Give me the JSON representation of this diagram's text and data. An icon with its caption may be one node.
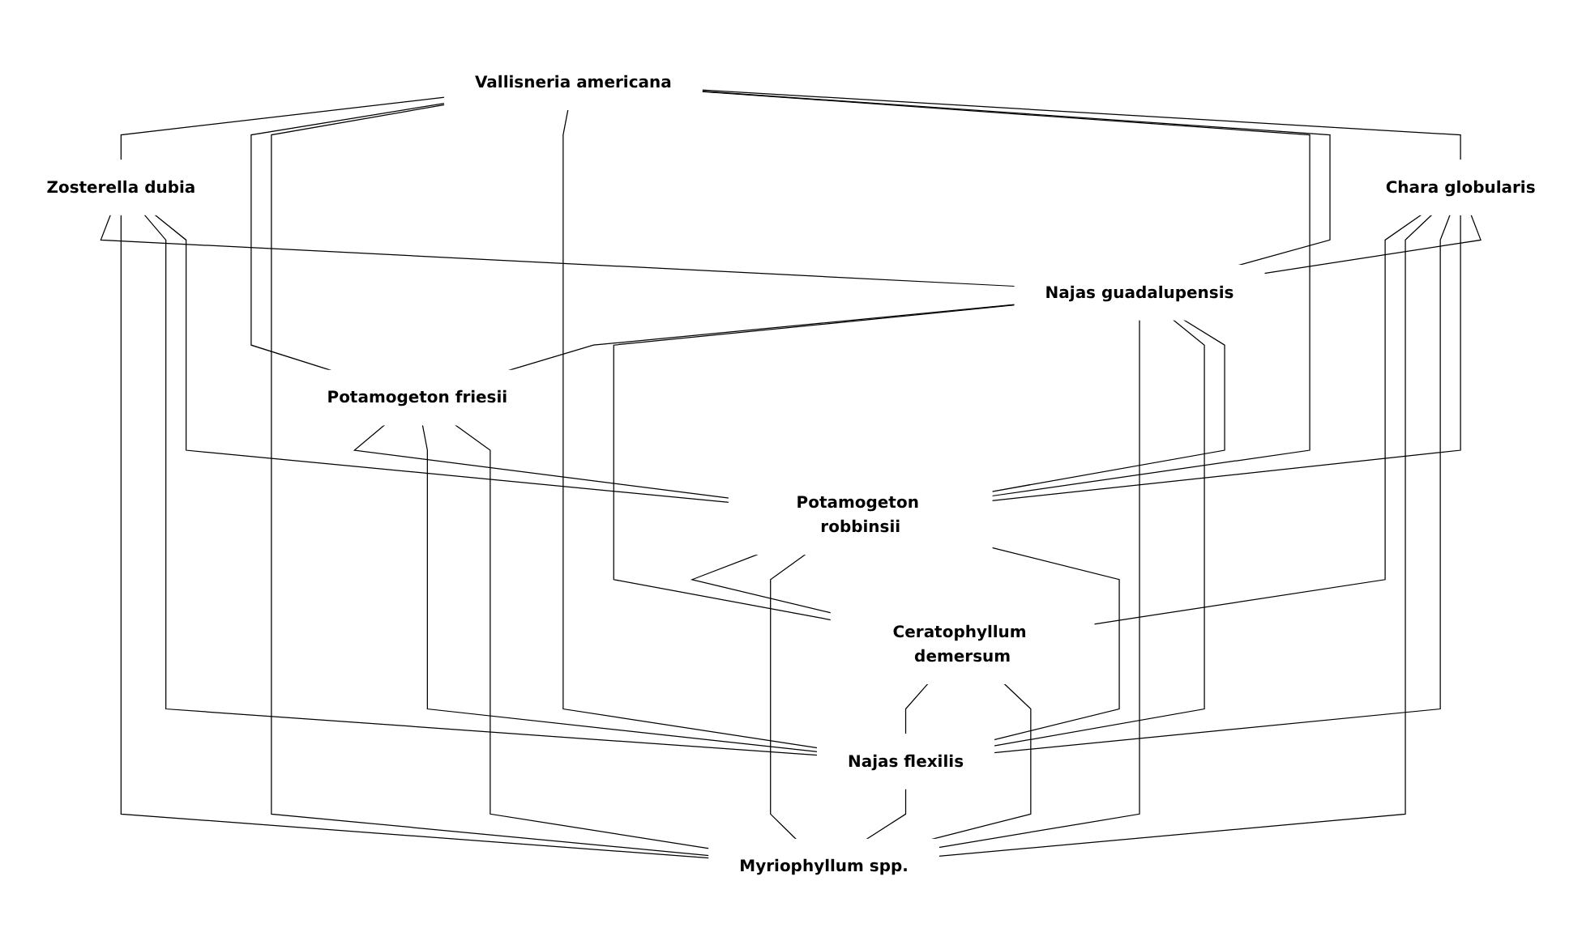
{
  "diagram": {
    "nodes": [
      {
        "text": [
          "Vallisneria americana"
        ]
      },
      {
        "text": [
          "Chara globularis"
        ]
      },
      {
        "text": [
          "Zosterella dubia"
        ]
      },
      {
        "text": [
          "Najas guadalupensis"
        ]
      },
      {
        "text": [
          "Potamogeton friesii"
        ]
      },
      {
        "text": [
          "Potamogeton robbinsii"
        ]
      },
      {
        "text": [
          "Ceratophyllum demersum"
        ]
      },
      {
        "text": [
          "Najas flexilis"
        ]
      },
      {
        "text": [
          "Myriophyllum spp."
        ]
      }
    ],
    "edges": [
      {
        "from": 0,
        "to": 2,
        "arrow": "none"
      },
      {
        "from": 0,
        "to": 4,
        "arrow": "none"
      },
      {
        "from": 0,
        "to": 8,
        "arrow": "none"
      },
      {
        "from": 0,
        "to": 7,
        "arrow": "none"
      },
      {
        "from": 0,
        "to": 5,
        "arrow": "none"
      },
      {
        "from": 0,
        "to": 3,
        "arrow": "none"
      },
      {
        "from": 0,
        "to": 1,
        "arrow": "none"
      },
      {
        "from": 1,
        "to": 6,
        "arrow": "none"
      },
      {
        "from": 1,
        "to": 8,
        "arrow": "none"
      },
      {
        "from": 1,
        "to": 7,
        "arrow": "none"
      },
      {
        "from": 1,
        "to": 5,
        "arrow": "none"
      },
      {
        "from": 1,
        "to": 3,
        "arrow": "none"
      },
      {
        "from": 2,
        "to": 3,
        "arrow": "none"
      },
      {
        "from": 2,
        "to": 8,
        "arrow": "none"
      },
      {
        "from": 2,
        "to": 7,
        "arrow": "none"
      },
      {
        "from": 2,
        "to": 5,
        "arrow": "none"
      },
      {
        "from": 3,
        "to": 4,
        "arrow": "none"
      },
      {
        "from": 3,
        "to": 6,
        "arrow": "none"
      },
      {
        "from": 3,
        "to": 8,
        "arrow": "none"
      },
      {
        "from": 3,
        "to": 7,
        "arrow": "none"
      },
      {
        "from": 3,
        "to": 5,
        "arrow": "none"
      },
      {
        "from": 4,
        "to": 5,
        "arrow": "none"
      },
      {
        "from": 4,
        "to": 7,
        "arrow": "none"
      },
      {
        "from": 4,
        "to": 8,
        "arrow": "none"
      },
      {
        "from": 5,
        "to": 6,
        "arrow": "none"
      },
      {
        "from": 5,
        "to": 8,
        "arrow": "none"
      },
      {
        "from": 5,
        "to": 7,
        "arrow": "none"
      },
      {
        "from": 6,
        "to": 7,
        "arrow": "none"
      },
      {
        "from": 6,
        "to": 8,
        "arrow": "none"
      },
      {
        "from": 7,
        "to": 8,
        "arrow": "none"
      }
    ]
  }
}
